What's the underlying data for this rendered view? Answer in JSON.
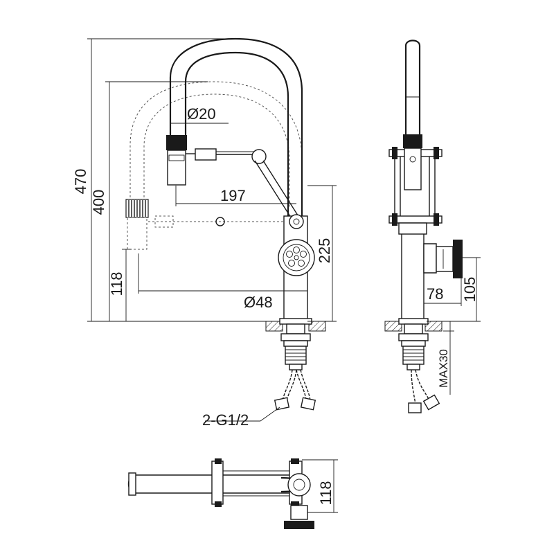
{
  "dimensions": {
    "d470": "470",
    "d400": "400",
    "d118_left": "118",
    "d20": "Ø20",
    "d197": "197",
    "d225": "225",
    "d48": "Ø48",
    "d78": "78",
    "d105": "105",
    "max30": "MAX30",
    "hose": "2-G1/2",
    "d118_bottom": "118"
  }
}
